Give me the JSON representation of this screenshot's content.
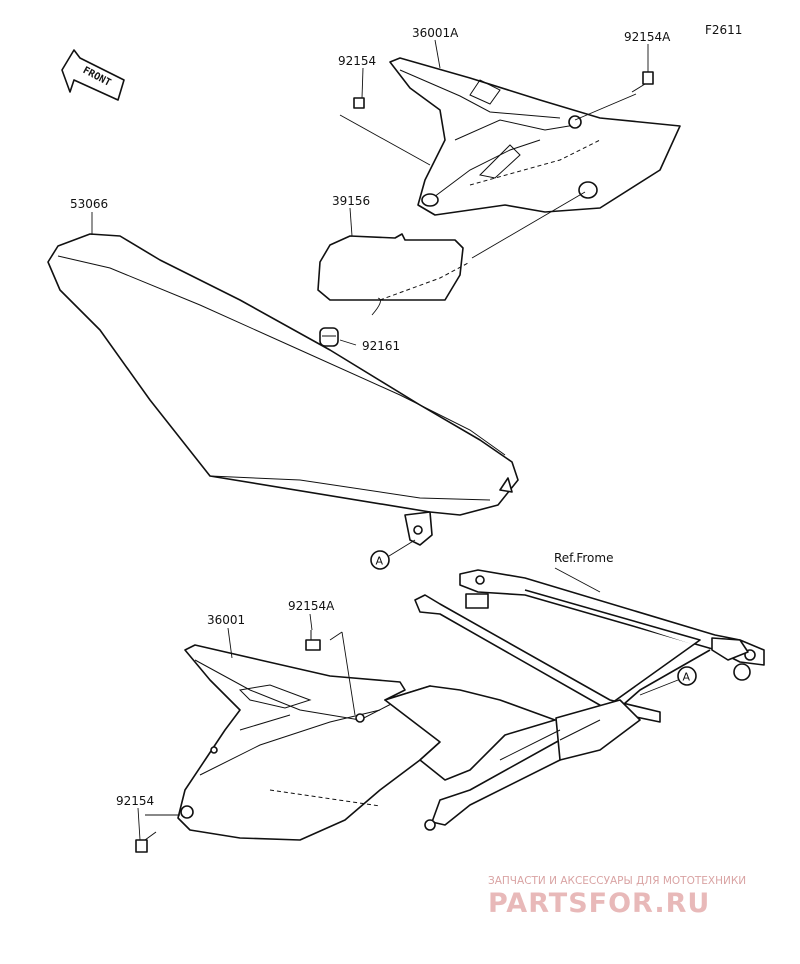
{
  "figure_code": "F2611",
  "front_arrow": "FRONT",
  "callouts": {
    "side_cover_right": "36001A",
    "side_cover_left": "36001",
    "bolt_top_left": "92154",
    "bolt_top_right": "92154A",
    "bolt_bottom_a": "92154A",
    "bolt_bottom_b": "92154",
    "seat": "53066",
    "label_plate": "39156",
    "grommet": "92161",
    "ref_frame": "Ref.Frome",
    "ref_a_seat": "A",
    "ref_a_frame": "A"
  },
  "watermark": {
    "tagline": "ЗАПЧАСТИ И АКСЕССУАРЫ ДЛЯ МОТОТЕХНИКИ",
    "brand": "PARTSFOR.RU"
  }
}
